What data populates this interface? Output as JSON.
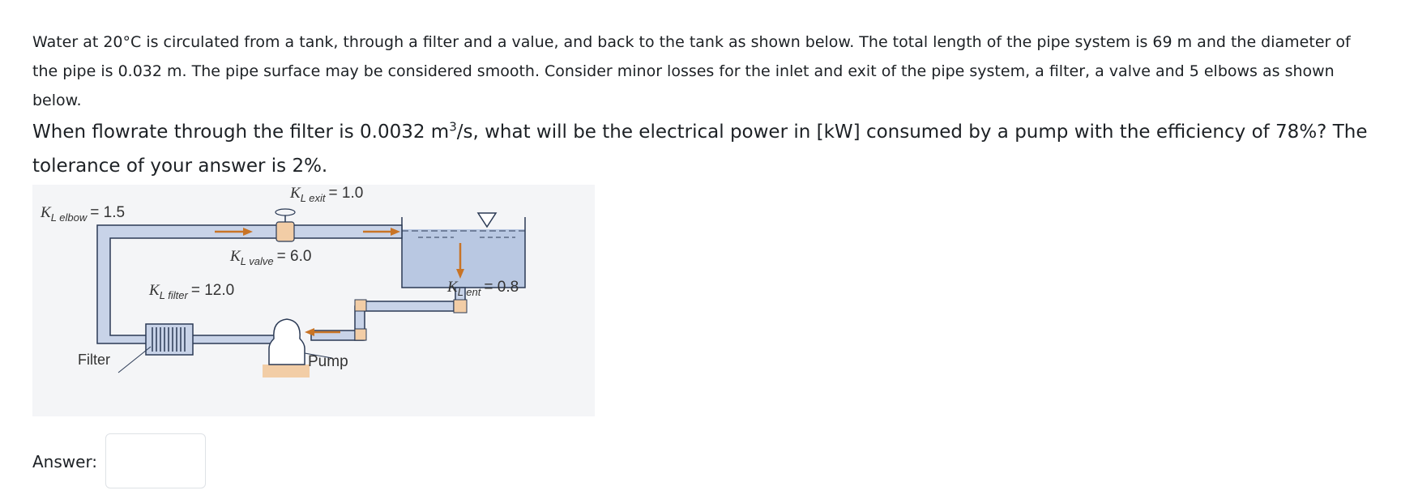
{
  "question": {
    "paragraph1": "Water at 20°C is circulated from a tank, through a filter and a value, and back to the tank as shown below. The total length of the pipe system is 69 m and the diameter of the pipe is 0.032 m. The pipe surface may be considered smooth. Consider minor losses for the inlet and exit of the pipe system, a filter, a valve and 5 elbows as shown below.",
    "paragraph2_part1": "When flowrate through the filter is 0.0032 m",
    "paragraph2_superscript": "3",
    "paragraph2_part2": "/s, what will be the electrical power in [kW] consumed by a pump with the efficiency of 78%? The tolerance of your answer is 2%."
  },
  "figure": {
    "k_exit": {
      "symbol": "K",
      "subscript": "L exit",
      "value": "= 1.0"
    },
    "k_elbow": {
      "symbol": "K",
      "subscript": "L elbow",
      "value": "= 1.5"
    },
    "k_valve": {
      "symbol": "K",
      "subscript": "L valve",
      "value": "= 6.0"
    },
    "k_filter": {
      "symbol": "K",
      "subscript": "L filter",
      "value": "= 12.0"
    },
    "k_ent": {
      "symbol": "K",
      "subscript": "L ent",
      "value": "= 0.8"
    },
    "label_filter": "Filter",
    "label_pump": "Pump",
    "colors": {
      "pipe": "#c8d3e8",
      "pipe_edge": "#2b3a55",
      "water": "#b9c8e2",
      "arrow": "#c87426",
      "elbow": "#f2cda6",
      "background": "#f4f5f7"
    }
  },
  "answer": {
    "label": "Answer:",
    "value": ""
  }
}
